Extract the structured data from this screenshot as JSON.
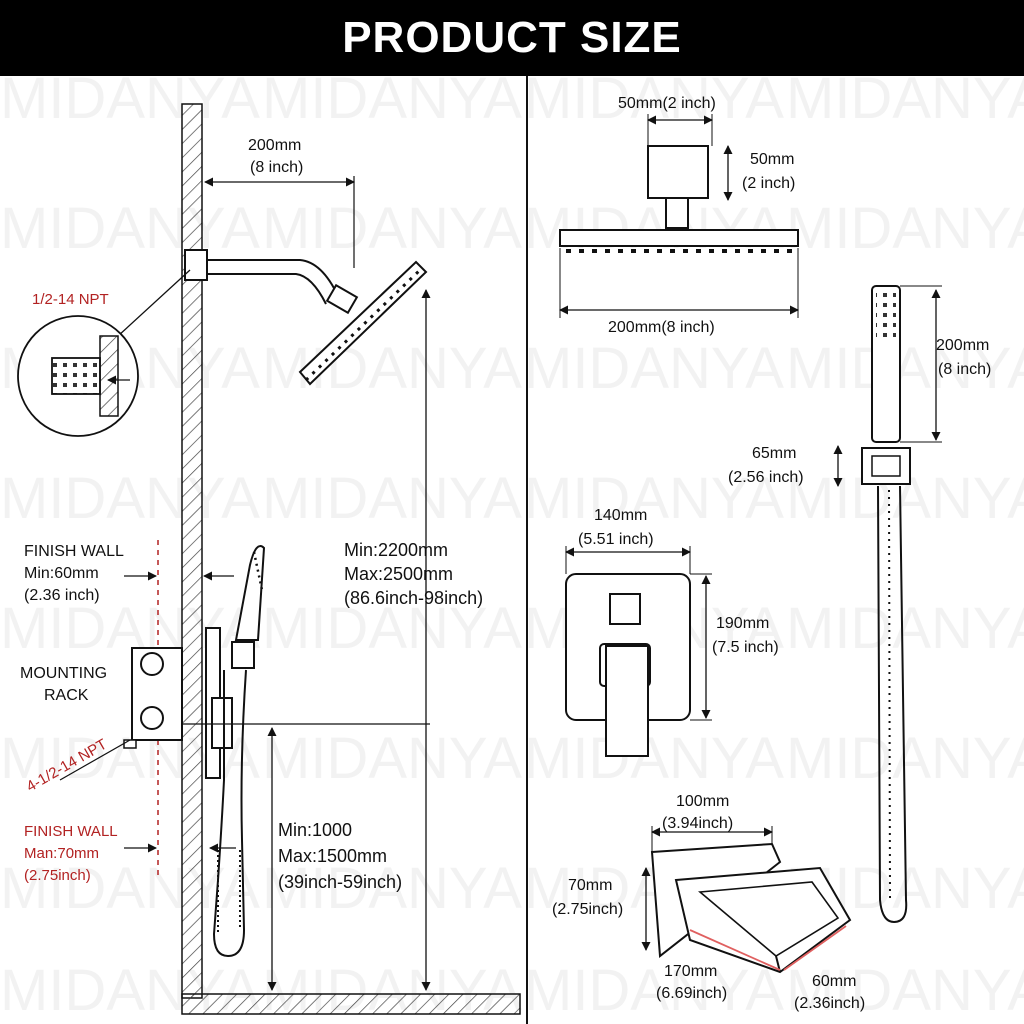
{
  "header": {
    "title": "PRODUCT SIZE"
  },
  "watermark": {
    "text": "MIDANYA"
  },
  "colors": {
    "accent_red": "#b22222",
    "line": "#111111",
    "banner": "#000000"
  },
  "left_panel": {
    "arm_length": [
      "200mm",
      "(8 inch)"
    ],
    "npt_top": "1/2-14 NPT",
    "finish_wall_top": [
      "FINISH WALL",
      "Min:60mm",
      "(2.36 inch)"
    ],
    "mounting_rack": [
      "MOUNTING",
      "RACK"
    ],
    "npt_bottom": "4-1/2-14 NPT",
    "finish_wall_bottom": [
      "FINISH WALL",
      "Man:70mm",
      "(2.75inch)"
    ],
    "head_height": [
      "Min:2200mm",
      "Max:2500mm",
      "(86.6inch-98inch)"
    ],
    "valve_height": [
      "Min:1000",
      "Max:1500mm",
      "(39inch-59inch)"
    ]
  },
  "right_panel": {
    "flange_width": "50mm(2 inch)",
    "flange_height": [
      "50mm",
      "(2 inch)"
    ],
    "head_width": "200mm(8 inch)",
    "hand_length": [
      "200mm",
      "(8 inch)"
    ],
    "holder_height": [
      "65mm",
      "(2.56 inch)"
    ],
    "plate_width": [
      "140mm",
      "(5.51 inch)"
    ],
    "plate_height": [
      "190mm",
      "(7.5 inch)"
    ],
    "spout_plate_width": [
      "100mm",
      "(3.94inch)"
    ],
    "spout_height": [
      "70mm",
      "(2.75inch)"
    ],
    "spout_length": [
      "170mm",
      "(6.69inch)"
    ],
    "spout_opening": [
      "60mm",
      "(2.36inch)"
    ]
  }
}
